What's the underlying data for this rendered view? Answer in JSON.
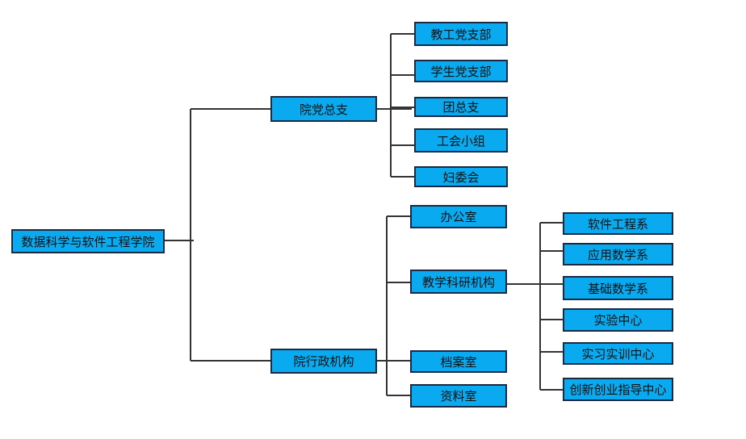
{
  "root": {
    "label": "数据科学与软件工程学院"
  },
  "branches": {
    "party": {
      "label": "院党总支",
      "children": [
        "教工党支部",
        "学生党支部",
        "团总支",
        "工会小组",
        "妇委会"
      ]
    },
    "admin": {
      "label": "院行政机构",
      "children": [
        "办公室",
        "教学科研机构",
        "档案室",
        "资料室"
      ]
    },
    "research": {
      "label": "教学科研机构",
      "children": [
        "软件工程系",
        "应用数学系",
        "基础数学系",
        "实验中心",
        "实习实训中心",
        "创新创业指导中心"
      ]
    }
  },
  "colors": {
    "node_fill": "#0aaaf0",
    "node_border": "#1a2a44",
    "line": "#333333"
  }
}
